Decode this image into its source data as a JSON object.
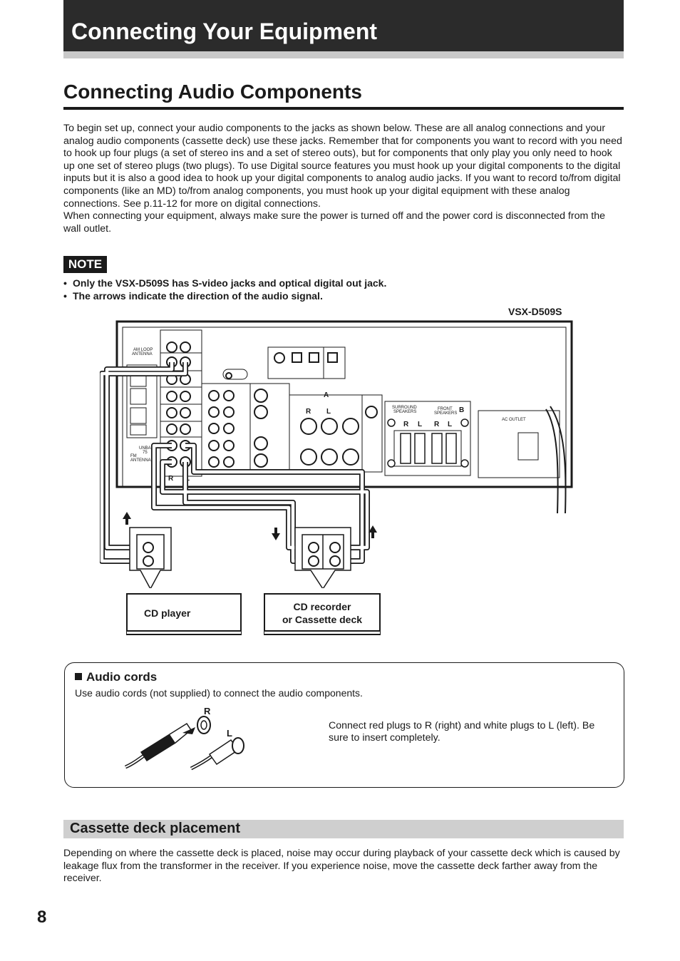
{
  "header": {
    "title": "Connecting Your Equipment"
  },
  "section": {
    "title": "Connecting Audio Components",
    "intro": [
      "To begin set up, connect your audio components to the jacks as shown below. These are all analog connections and your analog audio components (cassette deck) use these jacks. Remember that for components you want to record with you need to hook up four plugs (a set of stereo ins and a set of stereo outs), but for components that only play you only need to hook up one set of stereo plugs (two plugs). To use Digital source features you must hook up your digital components to the digital inputs but it is also a good idea to hook up your digital components to analog audio jacks. If you want to record to/from digital components (like an MD) to/from analog components, you must hook up your digital equipment with these analog connections. See p.11-12 for more on digital connections.",
      "When connecting your equipment, always make sure the power is turned off and the power cord is disconnected from the wall outlet."
    ]
  },
  "note": {
    "badge": "NOTE",
    "items": [
      "Only the VSX-D509S has S-video jacks and optical digital out jack.",
      "The arrows indicate the direction of the audio signal."
    ]
  },
  "diagram": {
    "model": "VSX-D509S",
    "receiver_labels": {
      "am_loop": "AM LOOP",
      "antenna": "ANTENNA",
      "fm_unbal": "UNBAL",
      "fm_75": "75",
      "fm_antenna": "ANTENNA",
      "fm": "FM",
      "jack_r": "R",
      "jack_l": "L",
      "speaker_a": "A",
      "speaker_b": "B",
      "surround": "SURROUND",
      "surround_2": "SPEAKERS",
      "front": "FRONT",
      "front_2": "SPEAKERS",
      "ac_outlet": "AC OUTLET"
    },
    "devices": {
      "cd_player": "CD player",
      "cd_recorder_line1": "CD recorder",
      "cd_recorder_line2": "or Cassette deck"
    }
  },
  "audio_cords": {
    "title": "Audio cords",
    "description": "Use audio cords (not supplied) to connect the audio components.",
    "instruction": "Connect red plugs to R (right) and white plugs to L (left). Be sure to insert completely.",
    "plug_r": "R",
    "plug_l": "L"
  },
  "cassette": {
    "title": "Cassette deck placement",
    "text": "Depending on where the cassette deck is placed, noise may occur during playback of your cassette deck which is caused by leakage flux from the transformer in the receiver. If you experience noise, move the cassette deck farther away from the receiver."
  },
  "page_number": "8"
}
